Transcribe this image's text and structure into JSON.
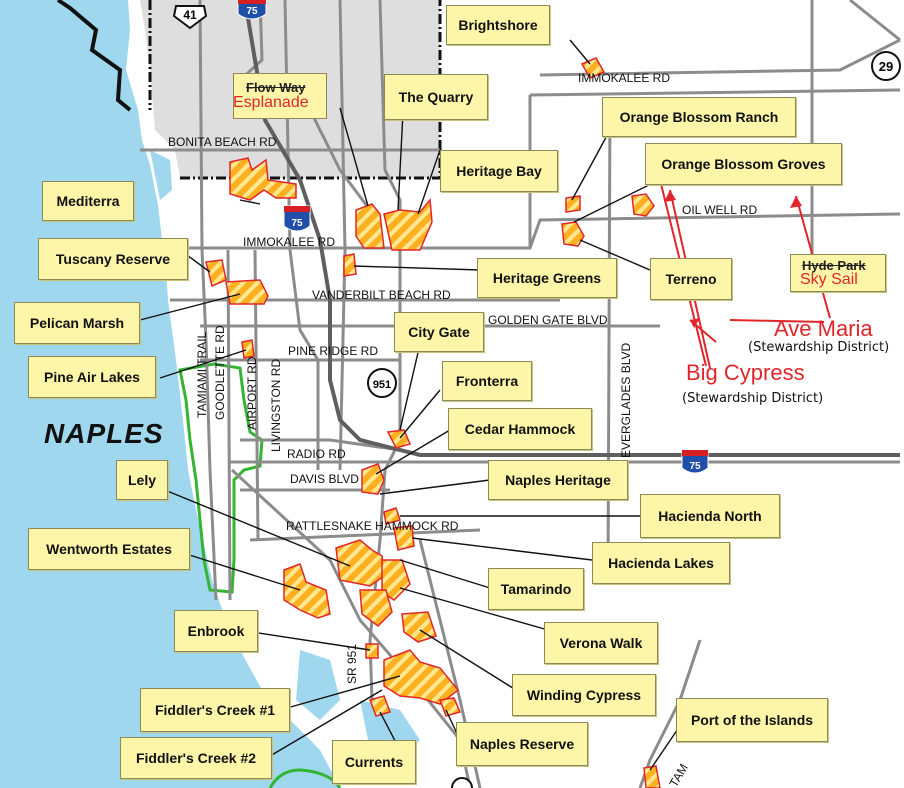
{
  "map": {
    "city_label": "NAPLES",
    "roads": {
      "bonita_beach": "BONITA BEACH RD",
      "immokalee_west": "IMMOKALEE RD",
      "immokalee_north": "IMMOKALEE RD",
      "oil_well": "OIL WELL RD",
      "vanderbilt": "VANDERBILT BEACH RD",
      "golden_gate": "GOLDEN GATE BLVD",
      "pine_ridge": "PINE RIDGE RD",
      "radio": "RADIO RD",
      "davis": "DAVIS BLVD",
      "rattlesnake": "RATTLESNAKE HAMMOCK RD",
      "tamiami": "TAMIAMI TRAIL",
      "goodlette": "GOODLETTE RD",
      "airport": "AIRPORT RD",
      "livingston": "LIVINGSTON RD",
      "everglades": "EVERGLADES BLVD",
      "sr951": "SR 951",
      "tam_partial": "TAM"
    },
    "shields": {
      "us41": "41",
      "i75": "75",
      "sr29": "29",
      "sr951": "951"
    },
    "strikethrough_labels": {
      "flow_way": "Flow Way",
      "hyde_park": "Hyde Park"
    },
    "red_labels": {
      "esplanade": "Esplanade",
      "sky_sail": "Sky Sail",
      "ave_maria": "Ave Maria",
      "big_cypress": "Big Cypress"
    },
    "subtitles": {
      "ave_maria": "(Stewardship District)",
      "big_cypress": "(Stewardship District)"
    },
    "communities": {
      "brightshore": "Brightshore",
      "the_quarry": "The Quarry",
      "orange_blossom_ranch": "Orange Blossom Ranch",
      "orange_blossom_groves": "Orange Blossom Groves",
      "heritage_bay": "Heritage Bay",
      "mediterra": "Mediterra",
      "tuscany_reserve": "Tuscany Reserve",
      "heritage_greens": "Heritage Greens",
      "terreno": "Terreno",
      "pelican_marsh": "Pelican Marsh",
      "city_gate": "City Gate",
      "pine_air_lakes": "Pine Air Lakes",
      "fronterra": "Fronterra",
      "cedar_hammock": "Cedar Hammock",
      "lely": "Lely",
      "naples_heritage": "Naples Heritage",
      "hacienda_north": "Hacienda North",
      "wentworth_estates": "Wentworth Estates",
      "hacienda_lakes": "Hacienda Lakes",
      "tamarindo": "Tamarindo",
      "enbrook": "Enbrook",
      "verona_walk": "Verona Walk",
      "winding_cypress": "Winding Cypress",
      "fiddlers_creek_1": "Fiddler's Creek #1",
      "port_of_the_islands": "Port of the Islands",
      "naples_reserve": "Naples Reserve",
      "fiddlers_creek_2": "Fiddler's Creek #2",
      "currents": "Currents"
    },
    "colors": {
      "water": "#9fd8ee",
      "land": "#ffffff",
      "county_gray": "#dedede",
      "road": "#8c8c8c",
      "green_boundary": "#33b533",
      "parcel_orange": "#ffb020",
      "parcel_stripe": "#ffe890",
      "parcel_edge": "#e0262a",
      "callout_fill": "#fdf5a8",
      "red_text": "#e0262a",
      "interstate_blue": "#1f4fa8",
      "interstate_red": "#d81f26"
    }
  }
}
